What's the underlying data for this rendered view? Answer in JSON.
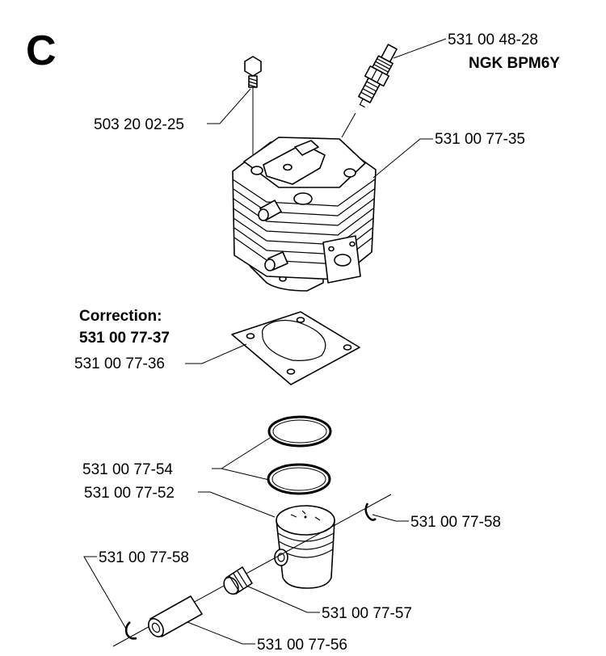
{
  "section_letter": "C",
  "labels": {
    "spark_plug": "531 00 48-28",
    "spark_plug_type": "NGK BPM6Y",
    "screw": "503 20 02-25",
    "cylinder": "531 00 77-35",
    "correction_title": "Correction:",
    "correction_number": "531 00 77-37",
    "gasket": "531 00 77-36",
    "rings": "531 00 77-54",
    "piston": "531 00 77-52",
    "circlip_right": "531 00 77-58",
    "circlip_left": "531 00 77-58",
    "bearing": "531 00 77-57",
    "pin": "531 00 77-56"
  }
}
